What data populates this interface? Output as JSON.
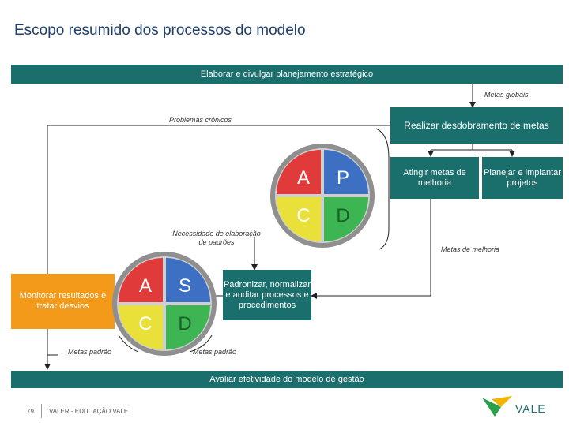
{
  "page_title": "Escopo resumido dos processos do modelo",
  "bands": {
    "top": "Elaborar e divulgar planejamento estratégico",
    "bottom": "Avaliar efetividade do modelo de gestão"
  },
  "boxes": {
    "desdobramento": "Realizar desdobramento de metas",
    "atingir": "Atingir metas de melhoria",
    "planejar": "Planejar e implantar projetos",
    "padronizar": "Padronizar, normalizar e auditar processos e procedimentos",
    "monitorar": "Monitorar resultados e tratar desvios"
  },
  "labels": {
    "metas_globais": "Metas globais",
    "problemas_cronicos": "Problemas crônicos",
    "necessidade_padroes": "Necessidade de elaboração de padrões",
    "metas_melhoria": "Metas de melhoria",
    "metas_padrao_left": "Metas padrão",
    "metas_padrao_right": "Metas padrão"
  },
  "cycles": {
    "pdca": {
      "tl": "A",
      "tr": "P",
      "bl": "C",
      "br": "D"
    },
    "sdca": {
      "tl": "A",
      "tr": "S",
      "bl": "C",
      "br": "D"
    }
  },
  "colors": {
    "teal": "#1a6e6b",
    "orange": "#f39a1a",
    "red": "#e03a3a",
    "blue": "#3d6fc3",
    "yellow": "#e9e13a",
    "green": "#3db552",
    "brand_green": "#2aa04a",
    "brand_yellow": "#f1b400"
  },
  "footer": {
    "page_number": "79",
    "org": "VALER - EDUCAÇÃO VALE",
    "logo_text": "VALE"
  }
}
